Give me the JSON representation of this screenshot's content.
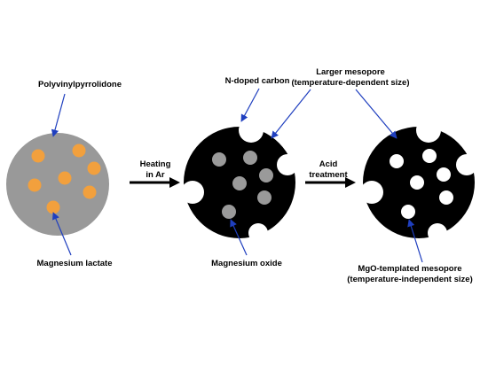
{
  "labels": {
    "polymer": "Polyvinylpyrrolidone",
    "lactate": "Magnesium lactate",
    "heating_1": "Heating",
    "heating_2": "in Ar",
    "ndoped": "N-doped carbon",
    "larger_1": "Larger mesopore",
    "larger_2": "(temperature-dependent size)",
    "mgo": "Magnesium oxide",
    "acid_1": "Acid",
    "acid_2": "treatment",
    "templated_1": "MgO-templated mesopore",
    "templated_2": "(temperature-independent size)"
  },
  "colors": {
    "precursor_disc": "#999999",
    "lactate_particle": "#f2a03d",
    "carbon_disc": "#000000",
    "mgo_particle": "#9a9a9a",
    "pore": "#ffffff",
    "pointer": "#1f3fbf",
    "process_arrow": "#000000"
  }
}
